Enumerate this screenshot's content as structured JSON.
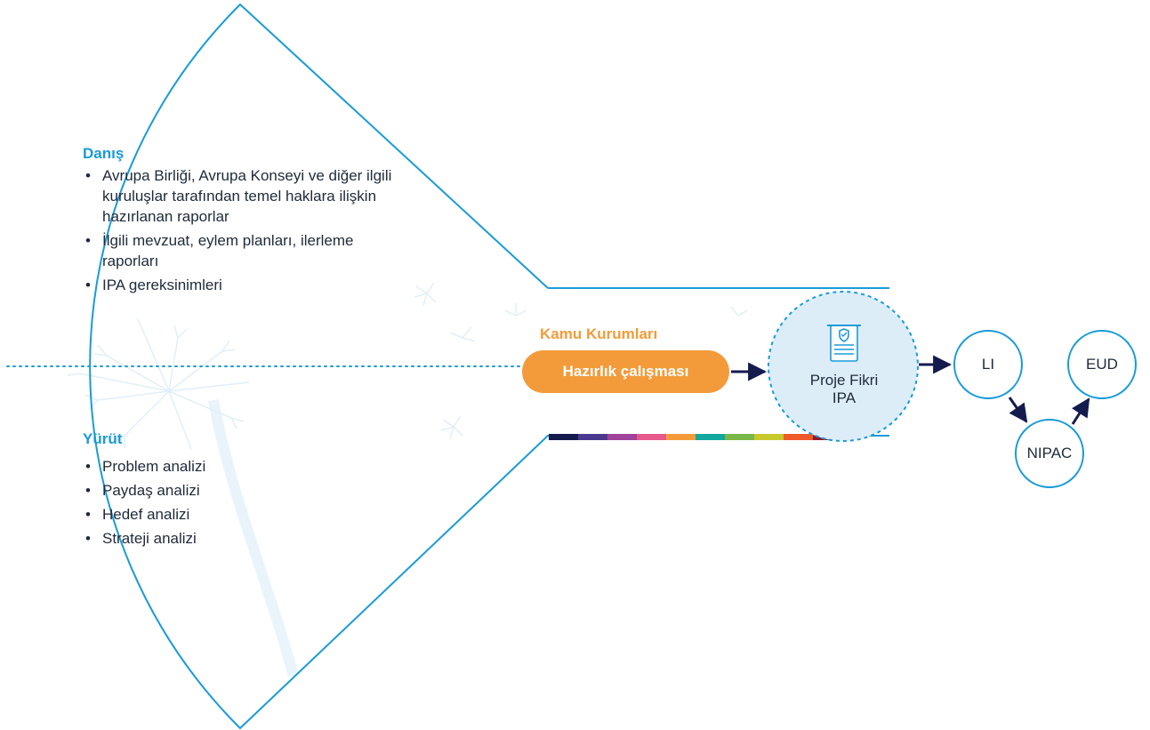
{
  "advise": {
    "title": "Danış",
    "items": [
      "Avrupa Birliği, Avrupa Konseyi ve diğer ilgili kuruluşlar tarafından temel haklara ilişkin hazırlanan raporlar",
      "İlgili mevzuat, eylem planları, ilerleme raporları",
      "IPA gereksinimleri"
    ]
  },
  "execute": {
    "title": "Yürüt",
    "items": [
      "Problem analizi",
      "Paydaş analizi",
      "Hedef analizi",
      "Strateji analizi"
    ]
  },
  "actor": "Kamu Kurumları",
  "preparation": "Hazırlık çalışması",
  "project_idea": {
    "line1": "Proje Fikri",
    "line2": "IPA",
    "icon": "document-scroll-icon"
  },
  "nodes": {
    "li": "LI",
    "nipac": "NIPAC",
    "eud": "EUD"
  },
  "colors": {
    "outline": "#1a9bd7",
    "accent": "#f39b3a",
    "arrow": "#141b4d",
    "idea_fill": "#dcedf8",
    "color_band": [
      "#141b4d",
      "#4a3a8f",
      "#a0439a",
      "#e6598a",
      "#f39b3a",
      "#13a89e",
      "#7ab648",
      "#c8c92c",
      "#ef5a2a",
      "#8a1c2b"
    ]
  }
}
